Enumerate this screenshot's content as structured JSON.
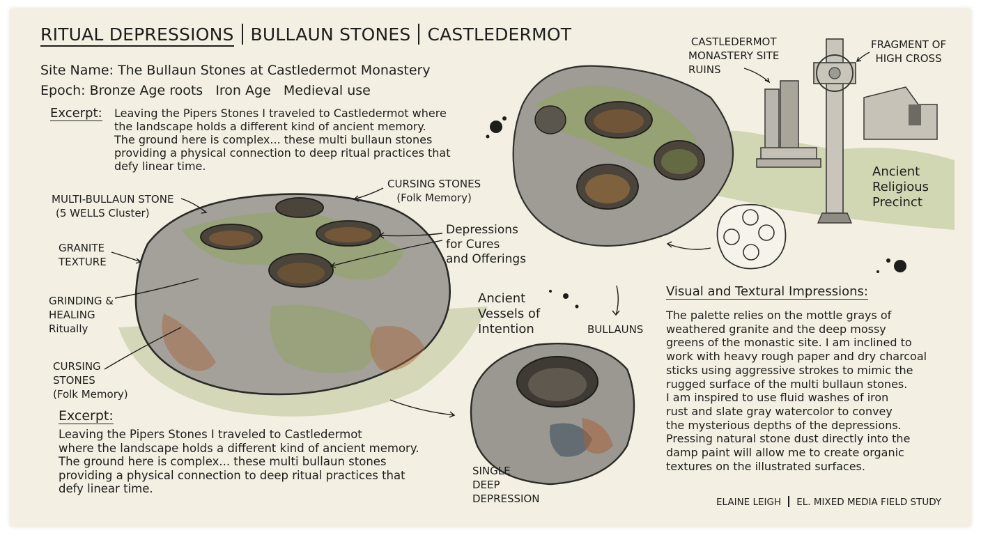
{
  "title": {
    "part1": "RITUAL DEPRESSIONS",
    "part2": "BULLAUN STONES",
    "part3": "CASTLEDERMOT"
  },
  "site": {
    "site_name": "Site Name: The Bullaun Stones at Castledermot Monastery",
    "epoch": "Epoch: Bronze Age roots   Iron Age   Medieval use"
  },
  "excerpt_top": {
    "heading": "Excerpt:",
    "lines": [
      "Leaving the Pipers Stones I traveled to Castledermot where",
      "the landscape holds a different kind of ancient memory.",
      "The ground here is complex... these multi bullaun stones",
      "providing a physical connection to deep ritual practices that",
      "defy linear time."
    ]
  },
  "labels": {
    "multi_bullaun": [
      "MULTI-BULLAUN STONE",
      "(5 WELLS Cluster)"
    ],
    "cursing_top": [
      "CURSING STONES",
      "(Folk Memory)"
    ],
    "granite": [
      "GRANITE",
      "TEXTURE"
    ],
    "depressions": [
      "Depressions",
      "for Cures",
      "and Offerings"
    ],
    "grinding": [
      "GRINDING &",
      "HEALING",
      "Ritually"
    ],
    "cursing_left": [
      "CURSING",
      "STONES",
      "(Folk Memory)"
    ],
    "ancient_vessels": [
      "Ancient",
      "Vessels of",
      "Intention"
    ],
    "bullauns": "BULLAUNS",
    "single_deep": [
      "SINGLE",
      "DEEP",
      "DEPRESSION"
    ],
    "monastery": [
      "CASTLEDERMOT",
      "MONASTERY SITE",
      "RUINS"
    ],
    "high_cross": [
      "FRAGMENT OF",
      "HIGH CROSS"
    ],
    "precinct": [
      "Ancient",
      "Religious",
      "Precinct"
    ]
  },
  "excerpt_bottom": {
    "heading": "Excerpt:",
    "lines": [
      "Leaving the Pipers Stones I traveled to Castledermot",
      "where the landscape holds a different kind of ancient memory.",
      "The ground here is complex... these multi bullaun stones",
      "providing a physical connection to deep ritual practices that",
      "defy linear time."
    ]
  },
  "impressions": {
    "heading": "Visual and Textural Impressions:",
    "lines": [
      "The palette relies on the mottle grays of",
      "weathered granite and the deep mossy",
      "greens of the monastic site. I am inclined to",
      "work with heavy rough paper and dry charcoal",
      "sticks using aggressive strokes to mimic the",
      "rugged surface of the multi bullaun stones.",
      "I am inspired to use fluid washes of iron",
      "rust and slate gray watercolor to convey",
      "the mysterious depths of the depressions.",
      "Pressing natural stone dust directly into the",
      "damp paint will allow me to create organic",
      "textures on the illustrated surfaces."
    ]
  },
  "signature": {
    "author": "ELAINE LEIGH",
    "series": "EL. MIXED MEDIA FIELD STUDY"
  },
  "colors": {
    "paper": "#f3efe2",
    "ink": "#1d1d1b",
    "granite_gray": "#8c8a84",
    "moss_green": "#8fa55a",
    "rust": "#a8623a"
  }
}
